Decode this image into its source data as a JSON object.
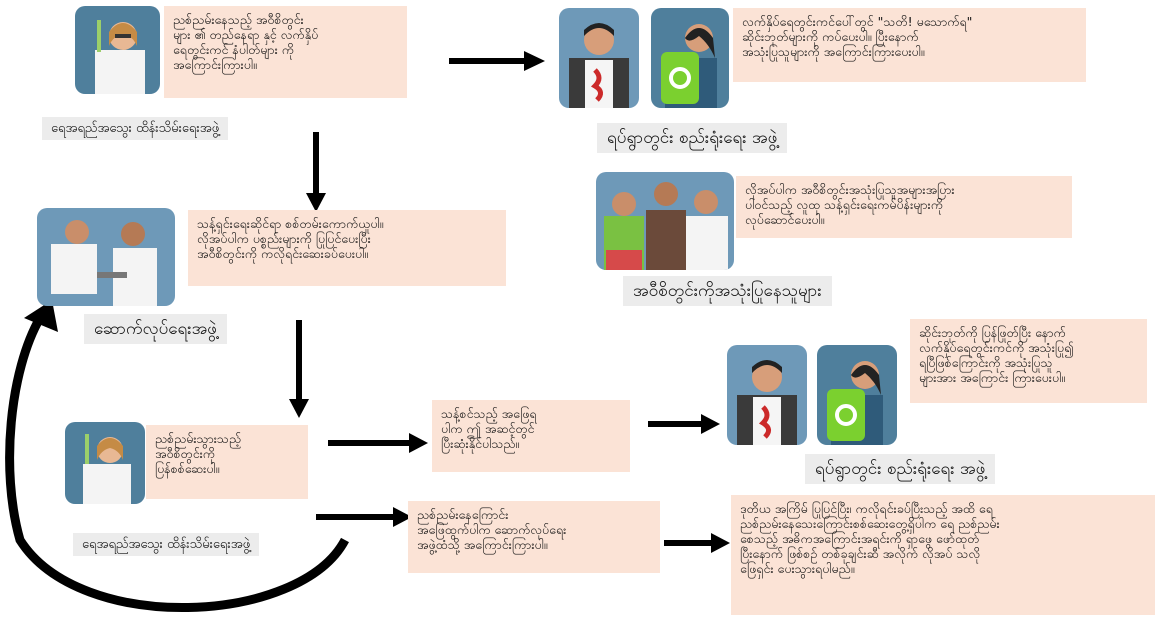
{
  "notes": {
    "n1": "ညစ်ညမ်းနေသည့် အဝီစိတွင်း\nများ ၏ တည်နေရာ နှင့် လက်နှိပ်\nရေတွင်းကင် နံပါတ်များ ကို\nအကြောင်းကြားပါ။",
    "n2": "လက်နှိပ်ရေတွင်းကင်ပေါ်တွင် \"သတိ! မသောက်ရ\"\nဆိုင်းဘုတ်များကို ကပ်ပေးပါ။ ပြီးနောက်\nအသုံးပြုသူများကို အကြောင်းကြားပေးပါ။",
    "n3": "လိုအပ်ပါက အဝီစိတွင်းအသုံးပြုသူအများအပြား\nပါဝင်သည့် လူထု သန့်ရှင်းရေးကမ်ပိန်းများကို\nလုပ်ဆောင်ပေးပါ။",
    "n4": "သန့်ရှင်းရေးဆိုင်ရာ စစ်တမ်းကောက်ယူပါ။\nလိုအပ်ပါက ပစ္စည်းများကို ပြုပြင်ပေးပြီး\nအဝီစိတွင်းကို ကလိုရင်းဆေးခပ်ပေးပါ။",
    "n5": "ဆိုင်းဘုတ်ကို ပြန်ဖြုတ်ပြီး နောက်\nလက်နှိပ်ရေတွင်းကင်ကို အသုံးပြု၍\nရပြီဖြစ်ကြောင်းကို အသုံးပြုသူ\nများအား အကြောင်း ကြားပေးပါ။",
    "n6": "ညစ်ညမ်းသွားသည့်\nအဝီစိတွင်းကို\nပြန်စစ်ဆေးပါ။",
    "n7": "သန့်စင်သည့် အဖြေရ\nပါက ဤ အဆင့်တွင်\nပြီးဆုံးနိုင်ပါသည်။",
    "n8": "ညစ်ညမ်းနေကြောင်း\nအဖြေထွက်ပါက ဆောက်လုပ်ရေး\nအဖွဲ့ထံသို့ အကြောင်းကြားပါ။",
    "n9": "ဒုတိယ အကြိမ် ပြုပြင်ပြီး၊ ကလိုရင်းခပ်ပြီးသည့် အထိ ရေ\nညစ်ညမ်းနေသေးကြောင်းစစ်ဆေးတွေ့ရှိပါက ရေ ညစ်ညမ်း\nစေသည့် အဓိကအကြောင်းအရင်းကို ရှာဖွေ ဖော်ထုတ်\nပြီးနောက် ဖြစ်စဉ် တစ်ခုချင်းဆီ အလိုက် လိုအပ် သလို\nဖြေရှင်း ပေးသွားရပါမည်။"
  },
  "labels": {
    "water_quality_team_1": "ရေအရည်အသွေး ထိန်းသိမ်းရေးအဖွဲ့",
    "field_outreach_team_1": "ရပ်ရွာတွင်း စည်းရုံးရေး အဖွဲ့",
    "well_users": "အဝီစိတွင်းကိုအသုံးပြုနေသူများ",
    "construction_team": "ဆောက်လုပ်ရေးအဖွဲ့",
    "field_outreach_team_2": "ရပ်ရွာတွင်း စည်းရုံးရေး အဖွဲ့",
    "water_quality_team_2": "ရေအရည်အသွေး ထိန်းသိမ်းရေးအဖွဲ့"
  },
  "icons": {
    "scientist": "scientist-icon",
    "outreach_man": "outreach-man-icon",
    "outreach_woman": "outreach-woman-icon",
    "users": "community-users-icon",
    "workers": "workers-icon"
  },
  "colors": {
    "note_bg": "#fbe3d6",
    "label_bg": "#ececec",
    "icon_bg": "#5f8aa6",
    "arrow": "#000000"
  }
}
